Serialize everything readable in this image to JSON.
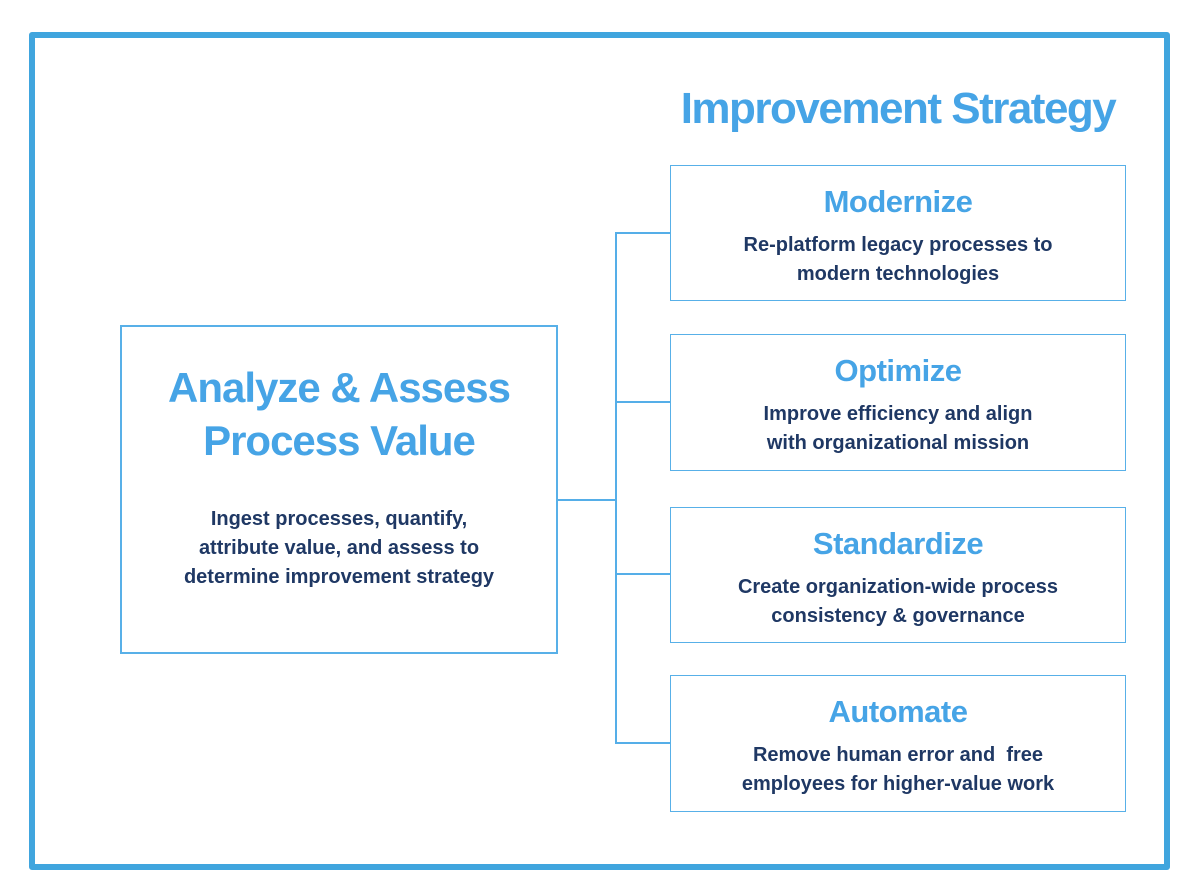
{
  "page": {
    "title": "Improvement Strategy"
  },
  "colors": {
    "accent_blue": "#46a4e6",
    "frame_border_blue": "#40a5de",
    "box_border_blue": "#58b0e8",
    "connector_blue": "#55aee8",
    "dark_navy_text": "#1f3864"
  },
  "source_box": {
    "title_lines": [
      "Analyze & Assess",
      "Process Value"
    ],
    "desc_lines": [
      "Ingest processes, quantify,",
      "attribute value, and assess to",
      "determine improvement strategy"
    ]
  },
  "strategies": [
    {
      "title": "Modernize",
      "desc_lines": [
        "Re-platform legacy processes to",
        "modern technologies"
      ]
    },
    {
      "title": "Optimize",
      "desc_lines": [
        "Improve efficiency and align",
        "with organizational mission"
      ]
    },
    {
      "title": "Standardize",
      "desc_lines": [
        "Create organization-wide process",
        "consistency & governance"
      ]
    },
    {
      "title": "Automate",
      "desc_lines": [
        "Remove human error and  free",
        "employees for higher-value work"
      ]
    }
  ]
}
